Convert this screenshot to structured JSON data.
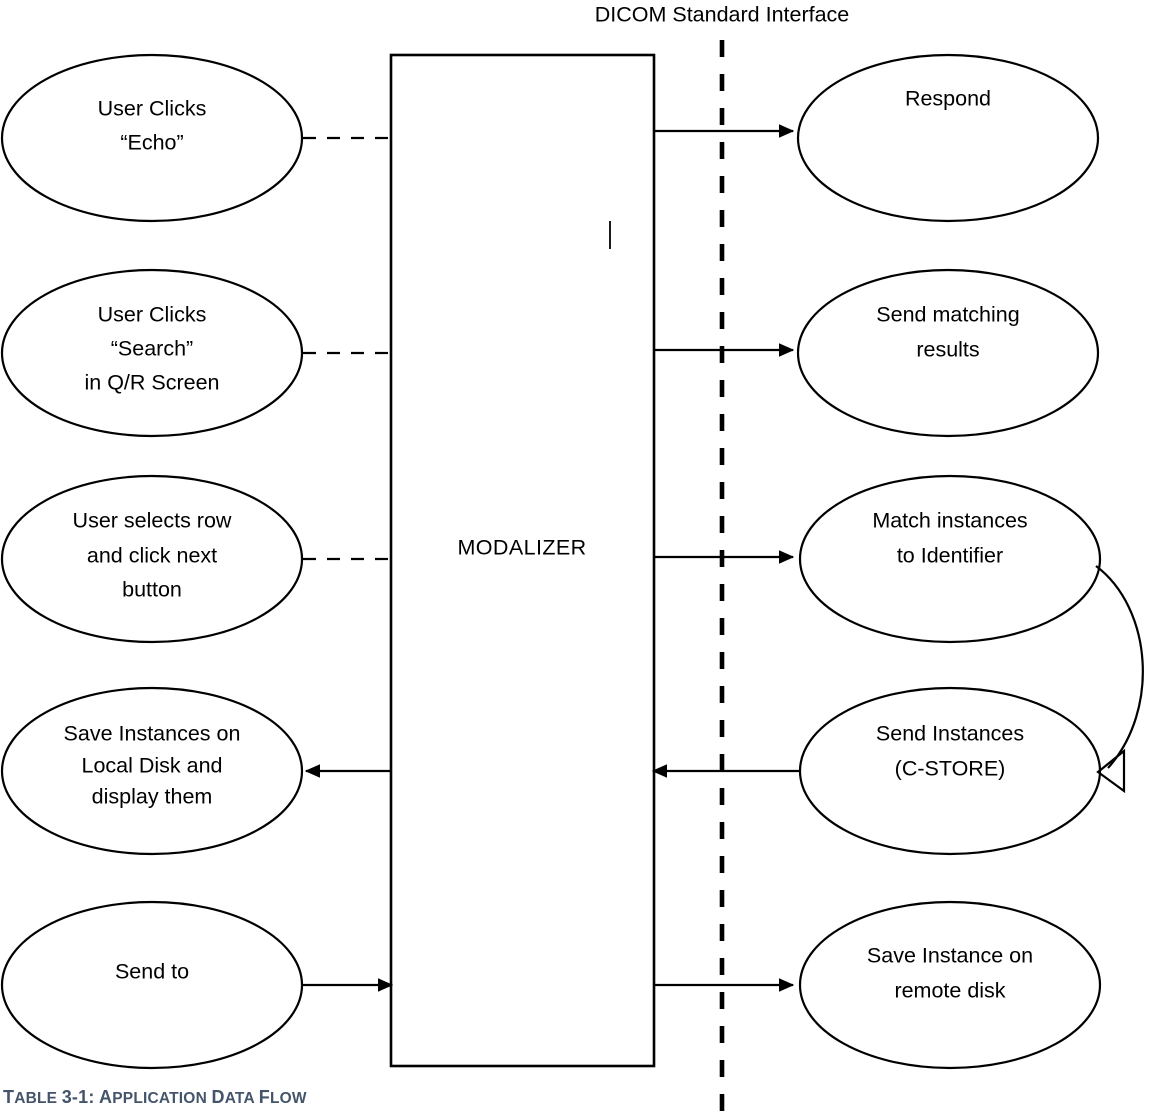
{
  "diagram": {
    "title": "Application Data Flow",
    "boundary_label": "DICOM Standard Interface",
    "hub": {
      "label": "MODALIZER"
    },
    "colors": {
      "stroke": "#000000",
      "fill": "#ffffff",
      "caption": "#44546A"
    },
    "left_nodes": [
      {
        "id": "user-clicks-echo",
        "lines": [
          "User Clicks",
          "“Echo”"
        ],
        "line1": "User Clicks",
        "line2": "“Echo”",
        "line3": "",
        "connector": "dashed"
      },
      {
        "id": "user-clicks-search",
        "lines": [
          "User Clicks",
          "“Search”",
          "in Q/R Screen"
        ],
        "line1": "User Clicks",
        "line2": "“Search”",
        "line3": "in Q/R Screen",
        "connector": "dashed"
      },
      {
        "id": "user-selects-row",
        "lines": [
          "User selects row",
          "and click next",
          "button"
        ],
        "line1": "User selects row",
        "line2": "and click next",
        "line3": "button",
        "connector": "dashed"
      },
      {
        "id": "save-instances-local",
        "lines": [
          "Save Instances on",
          "Local Disk and",
          "display them"
        ],
        "line1": "Save Instances on",
        "line2": "Local Disk and",
        "line3": "display them",
        "connector": "arrow-left"
      },
      {
        "id": "send-to",
        "lines": [
          "Send to"
        ],
        "line1": "Send to",
        "line2": "",
        "line3": "",
        "connector": "arrow-right"
      }
    ],
    "right_nodes": [
      {
        "id": "respond",
        "lines": [
          "Respond"
        ],
        "line1": "Respond",
        "line2": "",
        "line3": "",
        "connector": "arrow-right"
      },
      {
        "id": "send-matching-results",
        "lines": [
          "Send matching",
          "results"
        ],
        "line1": "Send matching",
        "line2": "results",
        "line3": "",
        "connector": "arrow-right"
      },
      {
        "id": "match-instances",
        "lines": [
          "Match instances",
          "to Identifier"
        ],
        "line1": "Match instances",
        "line2": "to Identifier",
        "line3": "",
        "connector": "arrow-right"
      },
      {
        "id": "send-instances-cstore",
        "lines": [
          "Send Instances",
          "(C-STORE)"
        ],
        "line1": "Send Instances",
        "line2": "(C-STORE)",
        "line3": "",
        "connector": "arrow-left"
      },
      {
        "id": "save-instance-remote",
        "lines": [
          "Save Instance on",
          "remote disk"
        ],
        "line1": "Save Instance on",
        "line2": "remote disk",
        "line3": "",
        "connector": "arrow-right"
      }
    ],
    "caption": {
      "t1": "T",
      "t2": "ABLE ",
      "t3": "3-1: ",
      "t4": "A",
      "t5": "PPLICATION ",
      "t6": "D",
      "t7": "ATA ",
      "t8": "F",
      "t9": "LOW",
      "full": "TABLE 3-1: APPLICATION DATA FLOW"
    }
  }
}
